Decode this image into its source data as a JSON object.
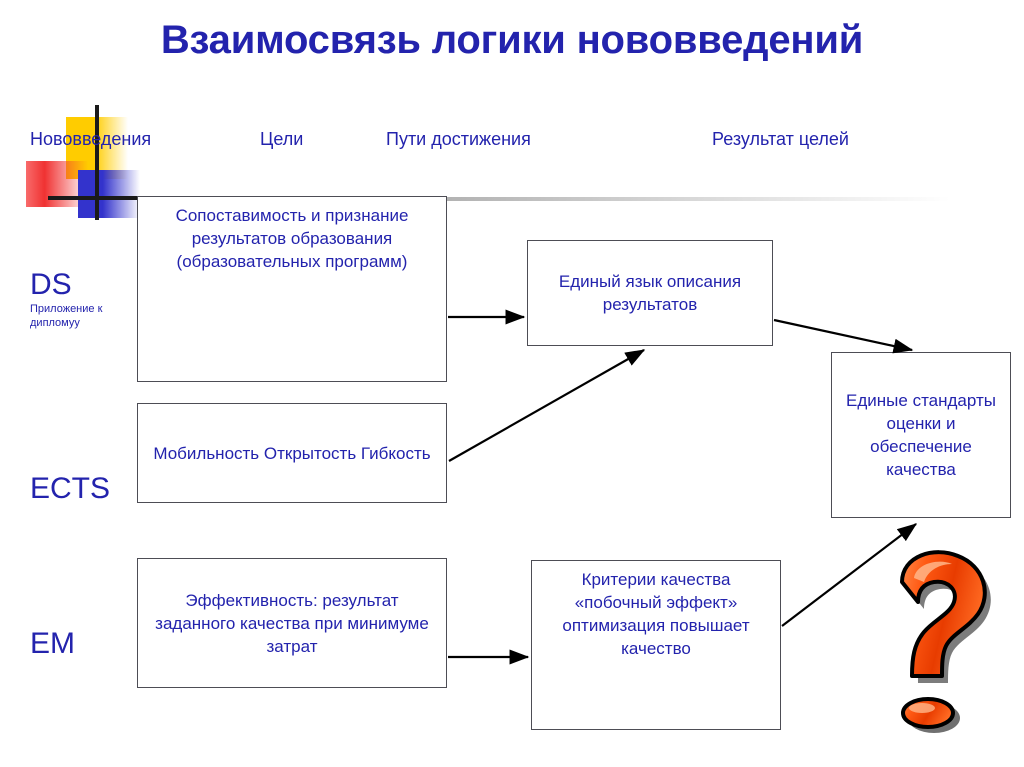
{
  "slide": {
    "title": "Взаимосвязь логики нововведений",
    "title_color": "#2323ad",
    "text_color": "#2323ad",
    "box_border_color": "#4d4d55",
    "background": "#ffffff"
  },
  "decoration": {
    "yellow_color": "#ffcc00",
    "red_color": "#f03232",
    "blue_color": "#3333cc",
    "rule_color": "#1a1a1a",
    "gray_rule_color": "#8a8a8a"
  },
  "columns": [
    {
      "label": "Нововведения"
    },
    {
      "label": "Цели"
    },
    {
      "label": "Пути достижения"
    },
    {
      "label": "Результат целей"
    }
  ],
  "rows": [
    {
      "code": "DS",
      "subtitle": "Приложение к дипломуу"
    },
    {
      "code": "ECTS",
      "subtitle": ""
    },
    {
      "code": "EM",
      "subtitle": ""
    }
  ],
  "nodes": [
    {
      "id": "goal-ds",
      "text": "Сопоставимость и признание результатов образования (образовательных программ)"
    },
    {
      "id": "goal-ects",
      "text": "Мобильность Открытость Гибкость"
    },
    {
      "id": "goal-em",
      "text": "Эффективность: результат заданного качества при минимуме затрат"
    },
    {
      "id": "path-common-language",
      "text": "Единый язык описания результатов"
    },
    {
      "id": "path-quality-criteria",
      "text": "Критерии качества «побочный эффект» оптимизация повышает качество"
    },
    {
      "id": "result-standards",
      "text": "Единые стандарты оценки и обеспечение качества"
    }
  ],
  "connections": [
    {
      "from": "goal-ds",
      "to": "path-common-language"
    },
    {
      "from": "goal-ects",
      "to": "path-common-language"
    },
    {
      "from": "goal-em",
      "to": "path-quality-criteria"
    },
    {
      "from": "path-common-language",
      "to": "result-standards"
    },
    {
      "from": "path-quality-criteria",
      "to": "result-standards"
    }
  ],
  "ornament": {
    "name": "question-mark",
    "glyph": "?",
    "fill_color": "#f04000",
    "highlight_color": "#ff7a33",
    "outline_color": "#000000"
  }
}
